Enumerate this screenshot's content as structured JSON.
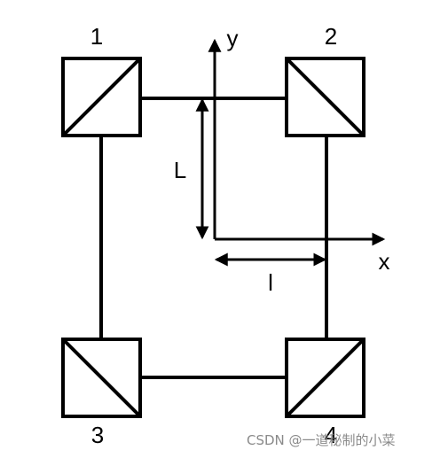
{
  "labels": {
    "box1": "1",
    "box2": "2",
    "box3": "3",
    "box4": "4",
    "axis_y": "y",
    "axis_x": "x",
    "dim_L": "L",
    "dim_l": "l"
  },
  "watermark": "CSDN @一道秘制的小菜",
  "colors": {
    "stroke": "#000000",
    "background": "#ffffff",
    "watermark": "#8a8a8a"
  }
}
